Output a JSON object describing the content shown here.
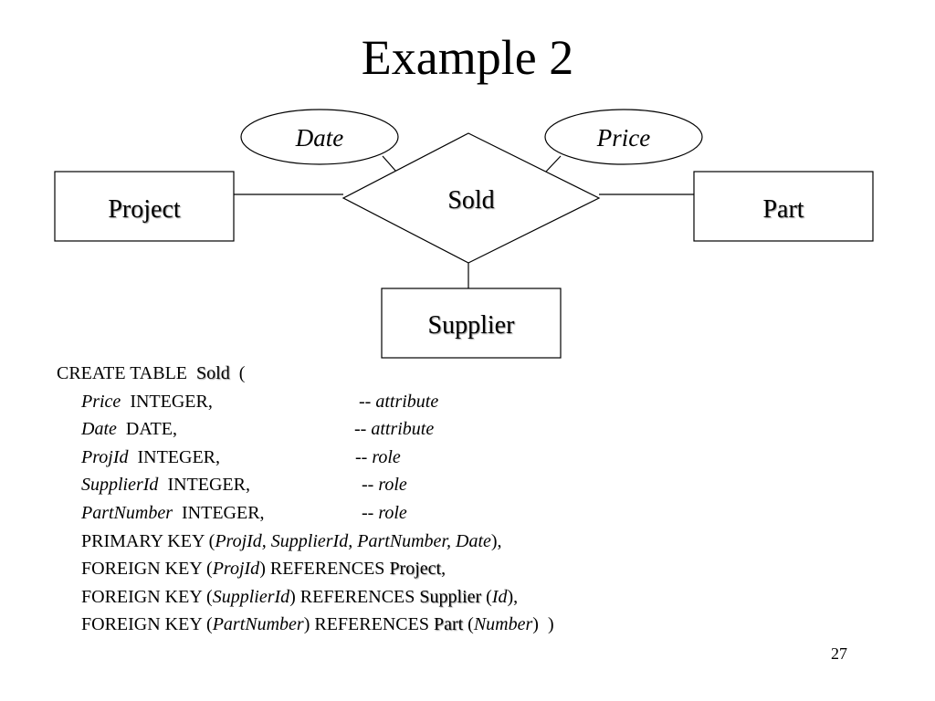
{
  "title": "Example 2",
  "diagram": {
    "relationship": "Sold",
    "entities": {
      "project": "Project",
      "part": "Part",
      "supplier": "Supplier"
    },
    "attributes": {
      "date": "Date",
      "price": "Price"
    }
  },
  "sql": {
    "create": "CREATE TABLE",
    "table_name": "Sold",
    "open_paren": "(",
    "columns": [
      {
        "name": "Price",
        "type": "INTEGER,",
        "comment_dash": "--",
        "comment": "attribute"
      },
      {
        "name": "Date",
        "type": "DATE,",
        "comment_dash": "--",
        "comment": "attribute"
      },
      {
        "name": "ProjId",
        "type": "INTEGER,",
        "comment_dash": "--",
        "comment": "role"
      },
      {
        "name": "SupplierId",
        "type": "INTEGER,",
        "comment_dash": "--",
        "comment": "role"
      },
      {
        "name": "PartNumber",
        "type": "INTEGER,",
        "comment_dash": "--",
        "comment": "role"
      }
    ],
    "primary_key": {
      "keyword": "PRIMARY KEY (",
      "cols": "ProjId, SupplierId, PartNumber, Date",
      "close": "),"
    },
    "foreign_keys": [
      {
        "keyword": "FOREIGN KEY (",
        "col": "ProjId",
        "references": ") REFERENCES ",
        "table": "Project",
        "ref_open": "",
        "ref_col": "",
        "close": ","
      },
      {
        "keyword": "FOREIGN KEY (",
        "col": "SupplierId",
        "references": ") REFERENCES ",
        "table": "Supplier",
        "ref_open": " (",
        "ref_col": "Id",
        "close": "),"
      },
      {
        "keyword": "FOREIGN KEY (",
        "col": "PartNumber",
        "references": ") REFERENCES ",
        "table": "Part",
        "ref_open": " (",
        "ref_col": "Number",
        "close": ")  )"
      }
    ]
  },
  "page_number": "27"
}
